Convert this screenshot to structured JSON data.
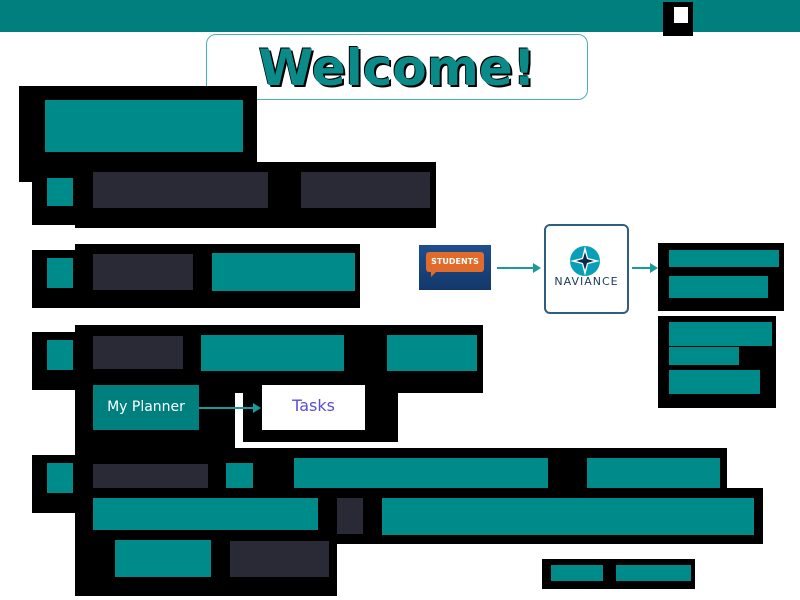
{
  "header": {
    "welcome": "Welcome!"
  },
  "flow": {
    "students_label": "STUDENTS",
    "naviance_label": "NAVIANCE",
    "planner_label": "My Planner",
    "tasks_label": "Tasks"
  },
  "colors": {
    "teal": "#008b8b",
    "topbar": "#007f7f",
    "dark_block": "#2a2a36",
    "tasks_text": "#5a4fd4",
    "students_orange": "#e06b2a",
    "students_blue": "#1e4f8e"
  },
  "icons": {
    "students": "speech-bubble-tag-icon",
    "naviance": "compass-star-icon",
    "menu": "square-icon"
  }
}
